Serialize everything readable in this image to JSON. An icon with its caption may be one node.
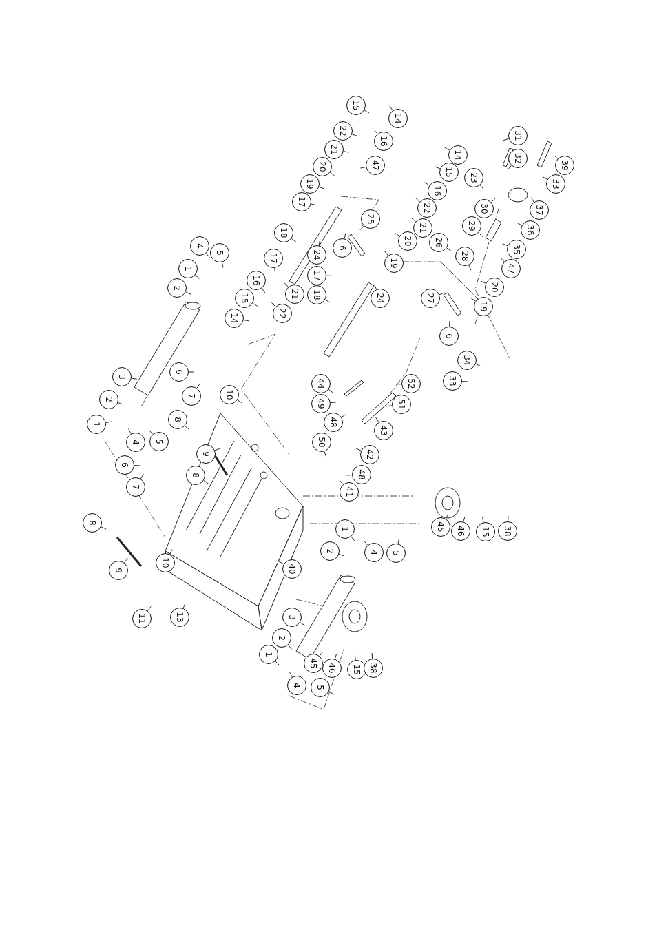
{
  "diagram": {
    "nodes": [
      {
        "text": [
          "15"
        ]
      },
      {
        "text": [
          "14"
        ]
      },
      {
        "text": [
          "22"
        ]
      },
      {
        "text": [
          "16"
        ]
      },
      {
        "text": [
          "21"
        ]
      },
      {
        "text": [
          "47"
        ]
      },
      {
        "text": [
          "20"
        ]
      },
      {
        "text": [
          "19"
        ]
      },
      {
        "text": [
          "31"
        ]
      },
      {
        "text": [
          "17"
        ]
      },
      {
        "text": [
          "32"
        ]
      },
      {
        "text": [
          "39"
        ]
      },
      {
        "text": [
          "23"
        ]
      },
      {
        "text": [
          "33"
        ]
      },
      {
        "text": [
          "14"
        ]
      },
      {
        "text": [
          "15"
        ]
      },
      {
        "text": [
          "16"
        ]
      },
      {
        "text": [
          "22"
        ]
      },
      {
        "text": [
          "21"
        ]
      },
      {
        "text": [
          "30"
        ]
      },
      {
        "text": [
          "37"
        ]
      },
      {
        "text": [
          "25"
        ]
      },
      {
        "text": [
          "36"
        ]
      },
      {
        "text": [
          "29"
        ]
      },
      {
        "text": [
          "18"
        ]
      },
      {
        "text": [
          "20"
        ]
      },
      {
        "text": [
          "26"
        ]
      },
      {
        "text": [
          "35"
        ]
      },
      {
        "text": [
          "6"
        ]
      },
      {
        "text": [
          "24"
        ]
      },
      {
        "text": [
          "4"
        ]
      },
      {
        "text": [
          "5"
        ]
      },
      {
        "text": [
          "28"
        ]
      },
      {
        "text": [
          "17"
        ]
      },
      {
        "text": [
          "19"
        ]
      },
      {
        "text": [
          "1"
        ]
      },
      {
        "text": [
          "47"
        ]
      },
      {
        "text": [
          "17"
        ]
      },
      {
        "text": [
          "2"
        ]
      },
      {
        "text": [
          "16"
        ]
      },
      {
        "text": [
          "20"
        ]
      },
      {
        "text": [
          "21"
        ]
      },
      {
        "text": [
          "18"
        ]
      },
      {
        "text": [
          "24"
        ]
      },
      {
        "text": [
          "27"
        ]
      },
      {
        "text": [
          "15"
        ]
      },
      {
        "text": [
          "19"
        ]
      },
      {
        "text": [
          "22"
        ]
      },
      {
        "text": [
          "14"
        ]
      },
      {
        "text": [
          "6"
        ]
      },
      {
        "text": [
          "34"
        ]
      },
      {
        "text": [
          "6"
        ]
      },
      {
        "text": [
          "3"
        ]
      },
      {
        "text": [
          "33"
        ]
      },
      {
        "text": [
          "44"
        ]
      },
      {
        "text": [
          "52"
        ]
      },
      {
        "text": [
          "7"
        ]
      },
      {
        "text": [
          "10"
        ]
      },
      {
        "text": [
          "2"
        ]
      },
      {
        "text": [
          "49"
        ]
      },
      {
        "text": [
          "51"
        ]
      },
      {
        "text": [
          "48"
        ]
      },
      {
        "text": [
          "1"
        ]
      },
      {
        "text": [
          "43"
        ]
      },
      {
        "text": [
          "4"
        ]
      },
      {
        "text": [
          "50"
        ]
      },
      {
        "text": [
          "8"
        ]
      },
      {
        "text": [
          "42"
        ]
      },
      {
        "text": [
          "5"
        ]
      },
      {
        "text": [
          "9"
        ]
      },
      {
        "text": [
          "6"
        ]
      },
      {
        "text": [
          "48"
        ]
      },
      {
        "text": [
          "7"
        ]
      },
      {
        "text": [
          "41"
        ]
      },
      {
        "text": [
          "8"
        ]
      },
      {
        "text": [
          "45"
        ]
      },
      {
        "text": [
          "8"
        ]
      },
      {
        "text": [
          "46"
        ]
      },
      {
        "text": [
          "15"
        ]
      },
      {
        "text": [
          "38"
        ]
      },
      {
        "text": [
          "1"
        ]
      },
      {
        "text": [
          "9"
        ]
      },
      {
        "text": [
          "10"
        ]
      },
      {
        "text": [
          "2"
        ]
      },
      {
        "text": [
          "4"
        ]
      },
      {
        "text": [
          "5"
        ]
      },
      {
        "text": [
          "40"
        ]
      },
      {
        "text": [
          "3"
        ]
      },
      {
        "text": [
          "13"
        ]
      },
      {
        "text": [
          "11"
        ]
      },
      {
        "text": [
          "2"
        ]
      },
      {
        "text": [
          "1"
        ]
      },
      {
        "text": [
          "45"
        ]
      },
      {
        "text": [
          "46"
        ]
      },
      {
        "text": [
          "15"
        ]
      },
      {
        "text": [
          "38"
        ]
      },
      {
        "text": [
          "4"
        ]
      },
      {
        "text": [
          "5"
        ]
      }
    ],
    "edges": [
      {
        "from": 0,
        "to": null,
        "arrow": "none"
      },
      {
        "from": 1,
        "to": null,
        "arrow": "none"
      },
      {
        "from": 2,
        "to": null,
        "arrow": "none"
      },
      {
        "from": 3,
        "to": null,
        "arrow": "none"
      },
      {
        "from": 4,
        "to": null,
        "arrow": "none"
      },
      {
        "from": 5,
        "to": null,
        "arrow": "none"
      },
      {
        "from": 6,
        "to": null,
        "arrow": "none"
      },
      {
        "from": 7,
        "to": null,
        "arrow": "none"
      },
      {
        "from": 8,
        "to": null,
        "arrow": "none"
      },
      {
        "from": 9,
        "to": null,
        "arrow": "none"
      },
      {
        "from": 10,
        "to": null,
        "arrow": "none"
      },
      {
        "from": 11,
        "to": null,
        "arrow": "none"
      },
      {
        "from": 12,
        "to": null,
        "arrow": "none"
      },
      {
        "from": 13,
        "to": null,
        "arrow": "none"
      },
      {
        "from": 14,
        "to": null,
        "arrow": "none"
      },
      {
        "from": 15,
        "to": null,
        "arrow": "none"
      },
      {
        "from": 16,
        "to": null,
        "arrow": "none"
      },
      {
        "from": 17,
        "to": null,
        "arrow": "none"
      },
      {
        "from": 18,
        "to": null,
        "arrow": "none"
      },
      {
        "from": 19,
        "to": null,
        "arrow": "none"
      },
      {
        "from": 20,
        "to": null,
        "arrow": "none"
      },
      {
        "from": 21,
        "to": null,
        "arrow": "none"
      },
      {
        "from": 22,
        "to": null,
        "arrow": "none"
      },
      {
        "from": 23,
        "to": null,
        "arrow": "none"
      },
      {
        "from": 24,
        "to": null,
        "arrow": "none"
      },
      {
        "from": 25,
        "to": null,
        "arrow": "none"
      },
      {
        "from": 26,
        "to": null,
        "arrow": "none"
      },
      {
        "from": 27,
        "to": null,
        "arrow": "none"
      },
      {
        "from": 28,
        "to": null,
        "arrow": "none"
      },
      {
        "from": 29,
        "to": null,
        "arrow": "none"
      },
      {
        "from": 30,
        "to": null,
        "arrow": "none"
      },
      {
        "from": 31,
        "to": null,
        "arrow": "none"
      },
      {
        "from": 32,
        "to": null,
        "arrow": "none"
      },
      {
        "from": 33,
        "to": null,
        "arrow": "none"
      },
      {
        "from": 34,
        "to": null,
        "arrow": "none"
      },
      {
        "from": 35,
        "to": null,
        "arrow": "none"
      },
      {
        "from": 36,
        "to": null,
        "arrow": "none"
      },
      {
        "from": 37,
        "to": null,
        "arrow": "none"
      },
      {
        "from": 38,
        "to": null,
        "arrow": "none"
      },
      {
        "from": 39,
        "to": null,
        "arrow": "none"
      },
      {
        "from": 40,
        "to": null,
        "arrow": "none"
      },
      {
        "from": 41,
        "to": null,
        "arrow": "none"
      },
      {
        "from": 42,
        "to": null,
        "arrow": "none"
      },
      {
        "from": 43,
        "to": null,
        "arrow": "none"
      },
      {
        "from": 44,
        "to": null,
        "arrow": "none"
      },
      {
        "from": 45,
        "to": null,
        "arrow": "none"
      },
      {
        "from": 46,
        "to": null,
        "arrow": "none"
      },
      {
        "from": 47,
        "to": null,
        "arrow": "none"
      },
      {
        "from": 48,
        "to": null,
        "arrow": "none"
      },
      {
        "from": 49,
        "to": null,
        "arrow": "none"
      },
      {
        "from": 50,
        "to": null,
        "arrow": "none"
      },
      {
        "from": 51,
        "to": null,
        "arrow": "none"
      },
      {
        "from": 52,
        "to": null,
        "arrow": "none"
      },
      {
        "from": 53,
        "to": null,
        "arrow": "none"
      },
      {
        "from": 54,
        "to": null,
        "arrow": "none"
      },
      {
        "from": 55,
        "to": null,
        "arrow": "none"
      },
      {
        "from": 56,
        "to": null,
        "arrow": "none"
      },
      {
        "from": 57,
        "to": null,
        "arrow": "none"
      },
      {
        "from": 58,
        "to": null,
        "arrow": "none"
      },
      {
        "from": 59,
        "to": null,
        "arrow": "none"
      },
      {
        "from": 60,
        "to": null,
        "arrow": "none"
      },
      {
        "from": 61,
        "to": null,
        "arrow": "none"
      },
      {
        "from": 62,
        "to": null,
        "arrow": "none"
      },
      {
        "from": 63,
        "to": null,
        "arrow": "none"
      },
      {
        "from": 64,
        "to": null,
        "arrow": "none"
      },
      {
        "from": 65,
        "to": null,
        "arrow": "none"
      },
      {
        "from": 66,
        "to": null,
        "arrow": "none"
      },
      {
        "from": 67,
        "to": null,
        "arrow": "none"
      },
      {
        "from": 68,
        "to": null,
        "arrow": "none"
      },
      {
        "from": 69,
        "to": null,
        "arrow": "none"
      },
      {
        "from": 70,
        "to": null,
        "arrow": "none"
      },
      {
        "from": 71,
        "to": null,
        "arrow": "none"
      },
      {
        "from": 72,
        "to": null,
        "arrow": "none"
      },
      {
        "from": 73,
        "to": null,
        "arrow": "none"
      },
      {
        "from": 74,
        "to": null,
        "arrow": "none"
      },
      {
        "from": 75,
        "to": null,
        "arrow": "none"
      },
      {
        "from": 76,
        "to": null,
        "arrow": "none"
      },
      {
        "from": 77,
        "to": null,
        "arrow": "none"
      },
      {
        "from": 78,
        "to": null,
        "arrow": "none"
      },
      {
        "from": 79,
        "to": null,
        "arrow": "none"
      },
      {
        "from": 80,
        "to": null,
        "arrow": "none"
      },
      {
        "from": 81,
        "to": null,
        "arrow": "none"
      },
      {
        "from": 82,
        "to": null,
        "arrow": "none"
      },
      {
        "from": 83,
        "to": null,
        "arrow": "none"
      },
      {
        "from": 84,
        "to": null,
        "arrow": "none"
      },
      {
        "from": 85,
        "to": null,
        "arrow": "none"
      },
      {
        "from": 86,
        "to": null,
        "arrow": "none"
      },
      {
        "from": 87,
        "to": null,
        "arrow": "none"
      },
      {
        "from": 88,
        "to": null,
        "arrow": "none"
      },
      {
        "from": 89,
        "to": null,
        "arrow": "none"
      },
      {
        "from": 90,
        "to": null,
        "arrow": "none"
      },
      {
        "from": 91,
        "to": null,
        "arrow": "none"
      },
      {
        "from": 92,
        "to": null,
        "arrow": "none"
      },
      {
        "from": 93,
        "to": null,
        "arrow": "none"
      },
      {
        "from": 94,
        "to": null,
        "arrow": "none"
      },
      {
        "from": 95,
        "to": null,
        "arrow": "none"
      },
      {
        "from": 96,
        "to": null,
        "arrow": "none"
      },
      {
        "from": 97,
        "to": null,
        "arrow": "none"
      }
    ]
  }
}
